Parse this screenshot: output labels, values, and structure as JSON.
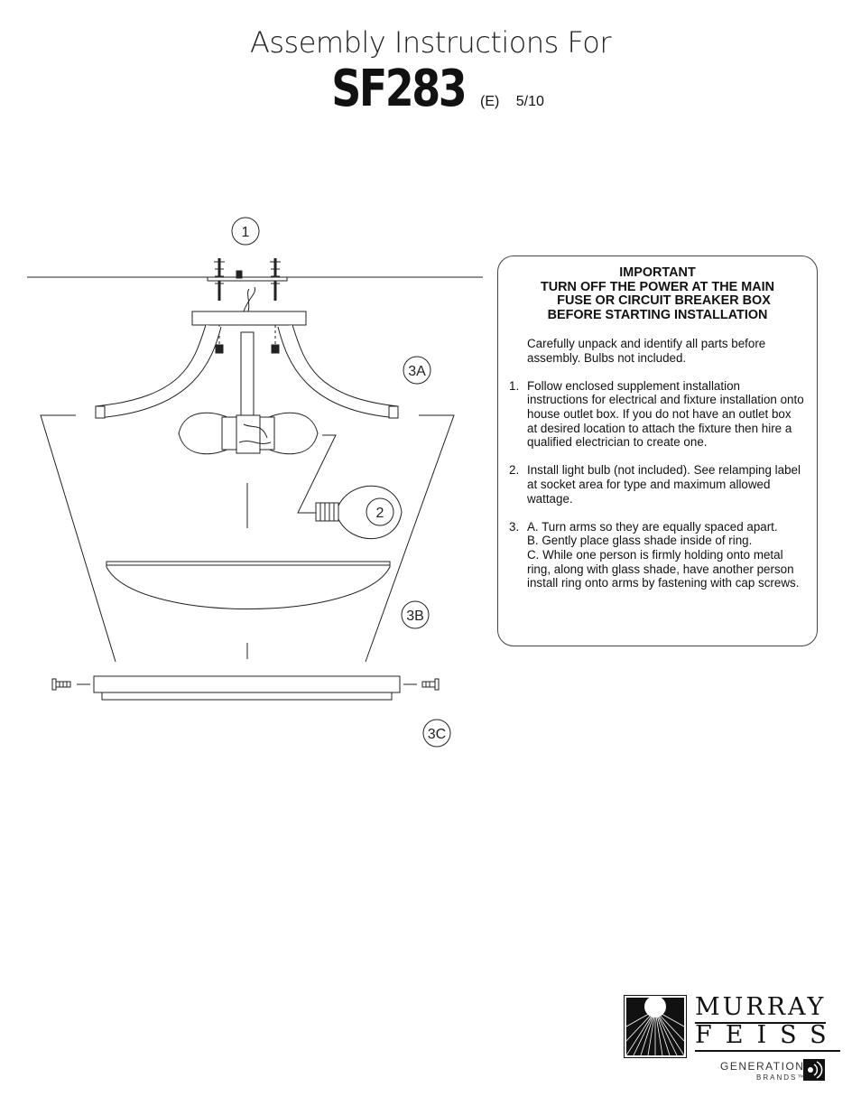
{
  "header": {
    "title": "Assembly Instructions For",
    "model": "SF283",
    "edition": "(E)",
    "date": "5/10"
  },
  "callouts": {
    "step1": "1",
    "step2": "2",
    "step3a": "3A",
    "step3b": "3B",
    "step3c": "3C"
  },
  "important": {
    "line1": "IMPORTANT",
    "line2": "TURN OFF THE POWER AT THE MAIN",
    "line3": "FUSE OR CIRCUIT BREAKER BOX",
    "line4": "BEFORE STARTING INSTALLATION"
  },
  "intro": "Carefully unpack and identify all parts before assembly.  Bulbs not included.",
  "steps": [
    {
      "num": "1.",
      "text": "Follow enclosed supplement installation instructions for electrical and fixture installation onto house outlet box. If you do not have an outlet box at desired location to attach the fixture then hire a qualified electrician to create one."
    },
    {
      "num": "2.",
      "text": "Install light bulb (not included).  See relamping label at socket area for type and maximum allowed wattage."
    },
    {
      "num": "3.",
      "lines": [
        "A.  Turn arms so they are equally spaced apart.",
        "B.  Gently place glass shade inside of ring.",
        "C.  While one person is firmly holding onto metal ring, along with glass shade, have another person install ring onto arms by fastening with cap screws."
      ]
    }
  ],
  "logo": {
    "brand_line1": "MURRAY",
    "brand_line2": "FEISS",
    "sub_line1": "GENERATION",
    "sub_line2": "BRANDS™"
  },
  "icons": [
    "murray-feiss-logo-icon",
    "generation-brands-icon"
  ]
}
